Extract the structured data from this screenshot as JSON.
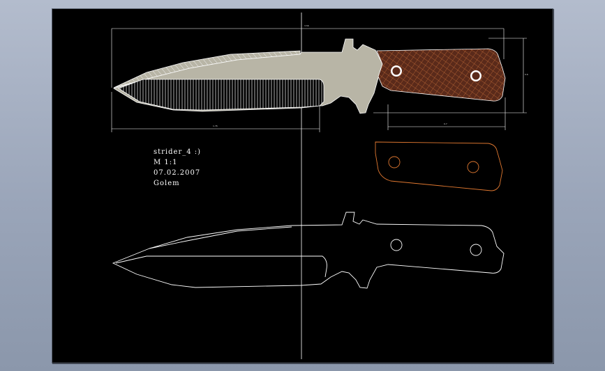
{
  "drawing": {
    "title_block": {
      "name": "strider_4 :)",
      "scale": "M 1:1",
      "date": "07.02.2007",
      "author": "Golem"
    },
    "dimensions": {
      "overall_length": "3.56",
      "blade_length": "1.76",
      "handle_length": "0.7",
      "handle_height": "0.6"
    },
    "colors": {
      "background": "#000000",
      "blade": "#b8b5a6",
      "grip": "#5a2a1a",
      "grip_hatch": "#c8703a",
      "outline": "#ffffff",
      "scale_outline": "#e07830"
    }
  }
}
